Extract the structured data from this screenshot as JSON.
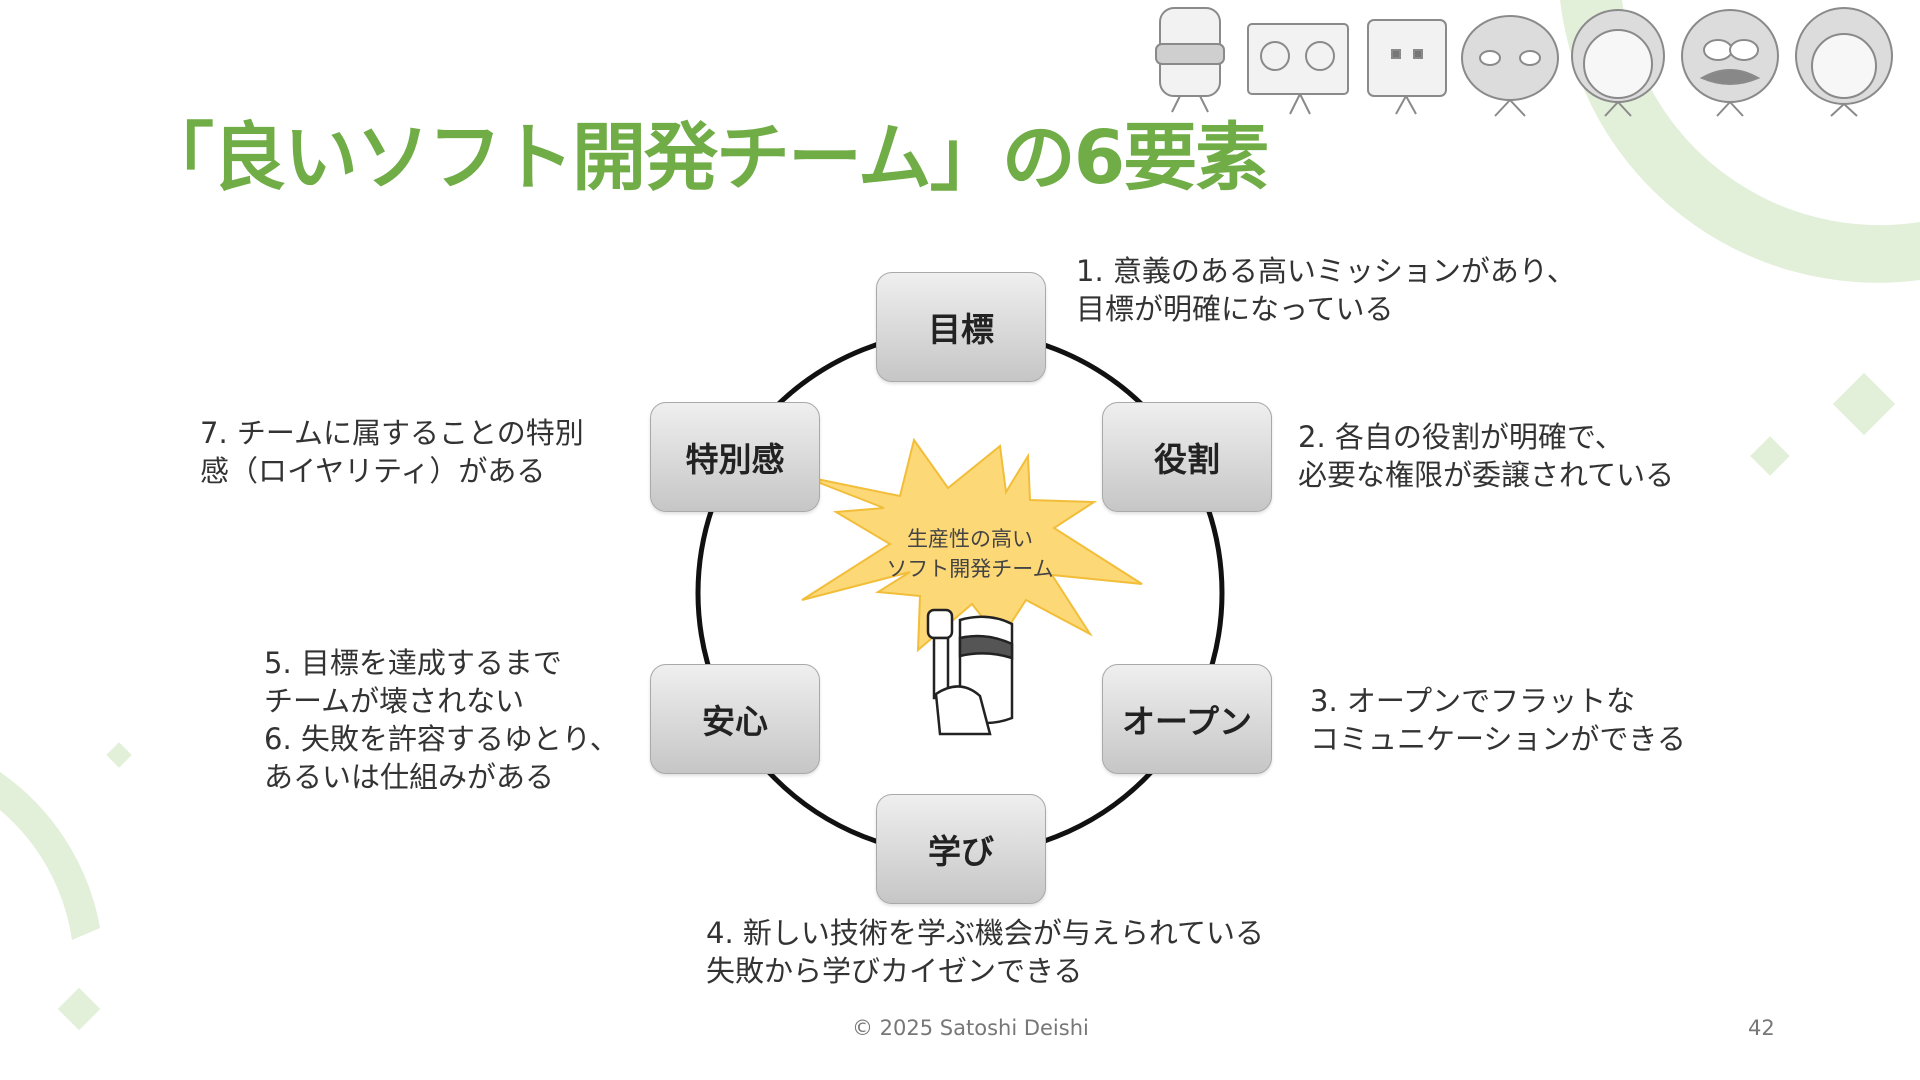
{
  "title": "「良いソフト開発チーム」の6要素",
  "center": {
    "line1": "生産性の高い",
    "line2": "ソフト開発チーム"
  },
  "nodes": {
    "mokuhyo": "目標",
    "yakuwari": "役割",
    "open": "オープン",
    "manabi": "学び",
    "anshin": "安心",
    "tokubetsu": "特別感"
  },
  "descriptions": {
    "d1": {
      "line1": "1. 意義のある高いミッションがあり、",
      "line2": "目標が明確になっている"
    },
    "d2": {
      "line1": "2. 各自の役割が明確で、",
      "line2": "必要な権限が委譲されている"
    },
    "d3": {
      "line1": "3. オープンでフラットな",
      "line2": "コミュニケーションができる"
    },
    "d4": {
      "line1": "4. 新しい技術を学ぶ機会が与えられている",
      "line2": "失敗から学びカイゼンできる"
    },
    "d56": {
      "line1": "5. 目標を達成するまで",
      "line2": "チームが壊されない",
      "line3": "6. 失敗を許容するゆとり、",
      "line4": "あるいは仕組みがある"
    },
    "d7": {
      "line1": "7. チームに属することの特別",
      "line2": "感（ロイヤリティ）がある"
    }
  },
  "footer": {
    "copyright": "© 2025 Satoshi Deishi",
    "page_number": "42"
  },
  "colors": {
    "title_green": "#70ad47",
    "decor_green": "#e2efd9",
    "burst_fill": "#fcd877",
    "burst_stroke": "#f2be3a"
  }
}
